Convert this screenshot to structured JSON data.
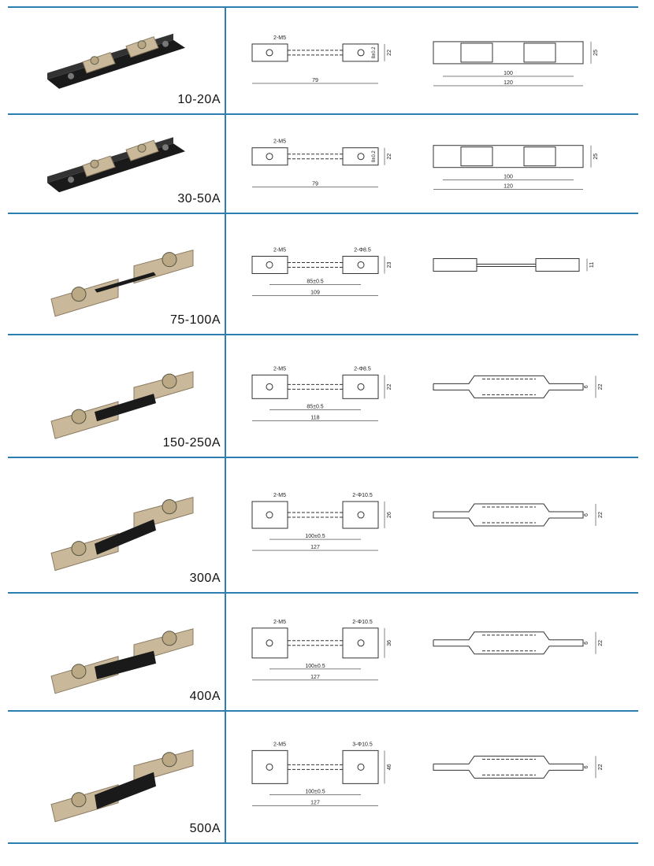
{
  "rows": [
    {
      "rating": "10-20A",
      "type": "A",
      "top_drawing": {
        "thread": "2-M5",
        "spacing": "",
        "hole": "",
        "total": "79",
        "height": "22",
        "hole_gap": "8±0.2"
      },
      "side_drawing": {
        "width_inner": "100",
        "width_total": "120",
        "height": "25",
        "thickness": ""
      }
    },
    {
      "rating": "30-50A",
      "type": "A",
      "top_drawing": {
        "thread": "2-M5",
        "spacing": "",
        "hole": "",
        "total": "79",
        "height": "22",
        "hole_gap": "8±0.2"
      },
      "side_drawing": {
        "width_inner": "100",
        "width_total": "120",
        "height": "25",
        "thickness": ""
      }
    },
    {
      "rating": "75-100A",
      "type": "B",
      "top_drawing": {
        "thread": "2-M5",
        "spacing": "85±0.5",
        "hole": "2-Φ8.5",
        "total": "109",
        "height": "23",
        "hole_gap": ""
      },
      "side_drawing": {
        "width_inner": "",
        "width_total": "",
        "height": "11",
        "thickness": ""
      }
    },
    {
      "rating": "150-250A",
      "type": "C",
      "top_drawing": {
        "thread": "2-M5",
        "spacing": "85±0.5",
        "hole": "2-Φ8.5",
        "total": "118",
        "height": "22",
        "hole_gap": ""
      },
      "side_drawing": {
        "width_inner": "",
        "width_total": "",
        "height": "22",
        "thickness": "6"
      }
    },
    {
      "rating": "300A",
      "type": "C",
      "top_drawing": {
        "thread": "2-M5",
        "spacing": "100±0.5",
        "hole": "2-Φ10.5",
        "total": "127",
        "height": "26",
        "hole_gap": ""
      },
      "side_drawing": {
        "width_inner": "",
        "width_total": "",
        "height": "22",
        "thickness": "6"
      }
    },
    {
      "rating": "400A",
      "type": "C",
      "top_drawing": {
        "thread": "2-M5",
        "spacing": "100±0.5",
        "hole": "2-Φ10.5",
        "total": "127",
        "height": "36",
        "hole_gap": ""
      },
      "side_drawing": {
        "width_inner": "",
        "width_total": "",
        "height": "22",
        "thickness": "6"
      }
    },
    {
      "rating": "500A",
      "type": "C",
      "top_drawing": {
        "thread": "2-M5",
        "spacing": "100±0.5",
        "hole": "3-Φ10.5",
        "total": "127",
        "height": "46",
        "hole_gap": ""
      },
      "side_drawing": {
        "width_inner": "",
        "width_total": "",
        "height": "22",
        "thickness": "6"
      }
    }
  ],
  "colors": {
    "rule": "#2c7fb0",
    "base": "#1a1a1a",
    "metal": "#c9b89a",
    "line": "#333333"
  }
}
